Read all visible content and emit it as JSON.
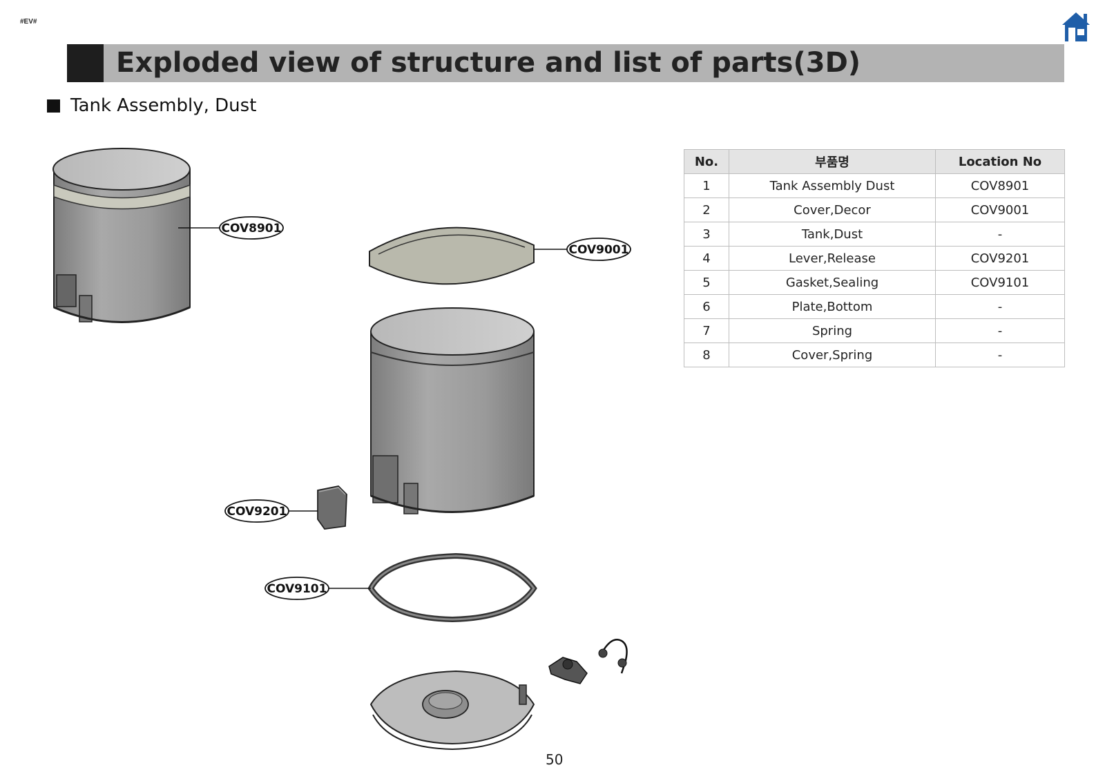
{
  "doc_tag": "#EV#",
  "title": "Exploded view of structure and list of parts(3D)",
  "section_title": "Tank Assembly, Dust",
  "callouts": {
    "cov8901": "COV8901",
    "cov9001": "COV9001",
    "cov9201": "COV9201",
    "cov9101": "COV9101"
  },
  "table": {
    "headers": [
      "No.",
      "부품명",
      "Location No"
    ],
    "rows": [
      [
        "1",
        "Tank Assembly Dust",
        "COV8901"
      ],
      [
        "2",
        "Cover,Decor",
        "COV9001"
      ],
      [
        "3",
        "Tank,Dust",
        "-"
      ],
      [
        "4",
        "Lever,Release",
        "COV9201"
      ],
      [
        "5",
        "Gasket,Sealing",
        "COV9101"
      ],
      [
        "6",
        "Plate,Bottom",
        "-"
      ],
      [
        "7",
        "Spring",
        "-"
      ],
      [
        "8",
        "Cover,Spring",
        "-"
      ]
    ]
  },
  "page_number": "50",
  "icons": {
    "home": "home-icon"
  },
  "colors": {
    "home_icon": "#1f5ea8",
    "title_bar": "#b3b3b3",
    "title_block": "#1e1e1e"
  }
}
